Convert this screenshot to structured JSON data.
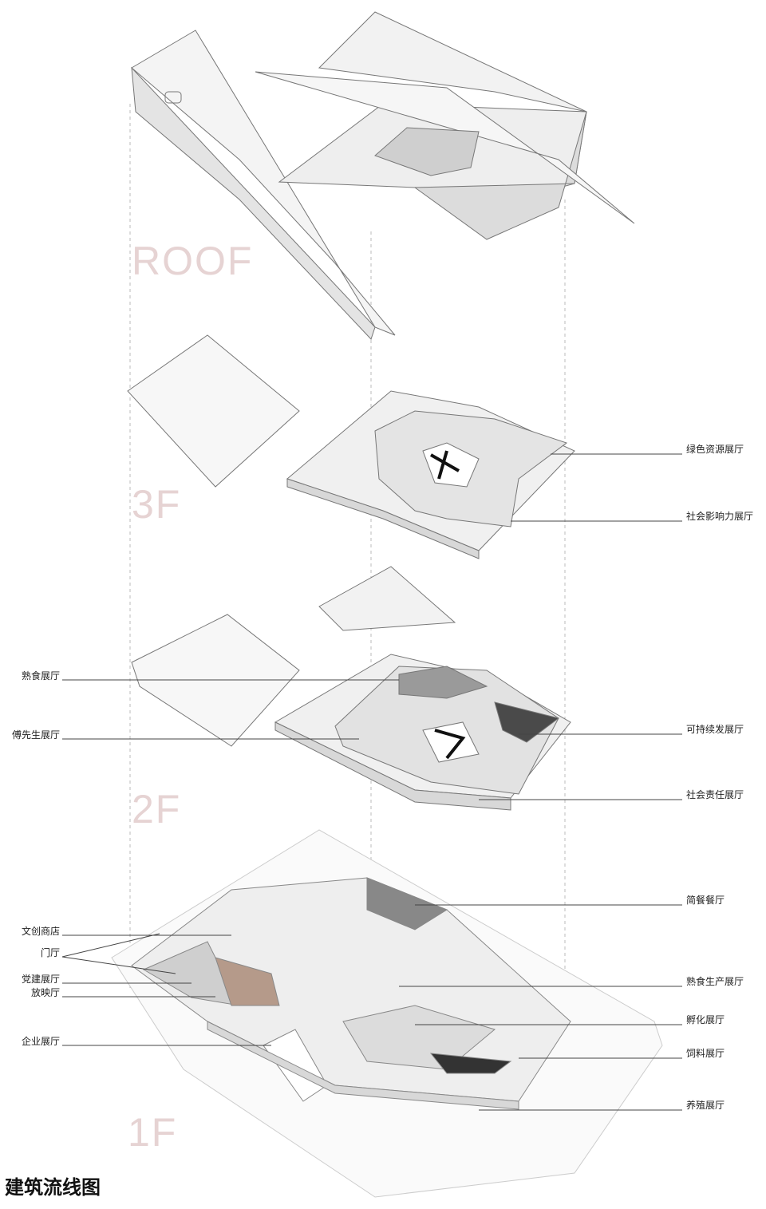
{
  "floors": {
    "roof": "ROOF",
    "f3": "3F",
    "f2": "2F",
    "f1": "1F"
  },
  "labels": {
    "f3_right": [
      "绿色资源展厅",
      "社会影响力展厅"
    ],
    "f2_left": [
      "熟食展厅",
      "傅先生展厅"
    ],
    "f2_right": [
      "可持续发展厅",
      "社会责任展厅"
    ],
    "f1_left": [
      "文创商店",
      "门厅",
      "党建展厅",
      "放映厅",
      "企业展厅"
    ],
    "f1_right": [
      "简餐餐厅",
      "熟食生产展厅",
      "孵化展厅",
      "饲料展厅",
      "养殖展厅"
    ]
  },
  "title": "建筑流线图",
  "colors": {
    "floor_label": "#e6d3d3",
    "leader": "#444444",
    "plate": "#f2f2f2"
  }
}
